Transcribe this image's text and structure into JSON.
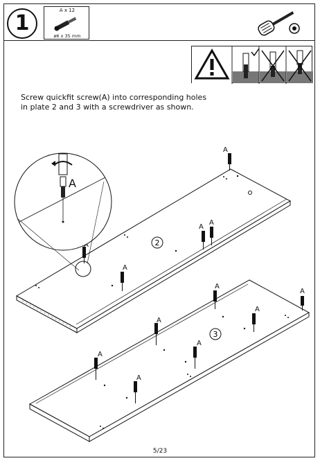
{
  "step": {
    "number": "1"
  },
  "parts": {
    "quantity": "A x 12",
    "size": "ø6 x 35 mm"
  },
  "icons": [
    "screw-icon",
    "screwdriver-icon",
    "warning-icon",
    "correct-screw-icon",
    "wrong-screw-icon"
  ],
  "instruction": {
    "line1": "Screw quickfit screw(A) into corresponding holes",
    "line2": "in plate 2 and 3 with a screwdriver as shown."
  },
  "diagram": {
    "screw_label": "A",
    "plate_2_label": "2",
    "plate_3_label": "3"
  },
  "footer": {
    "page": "5/23"
  }
}
